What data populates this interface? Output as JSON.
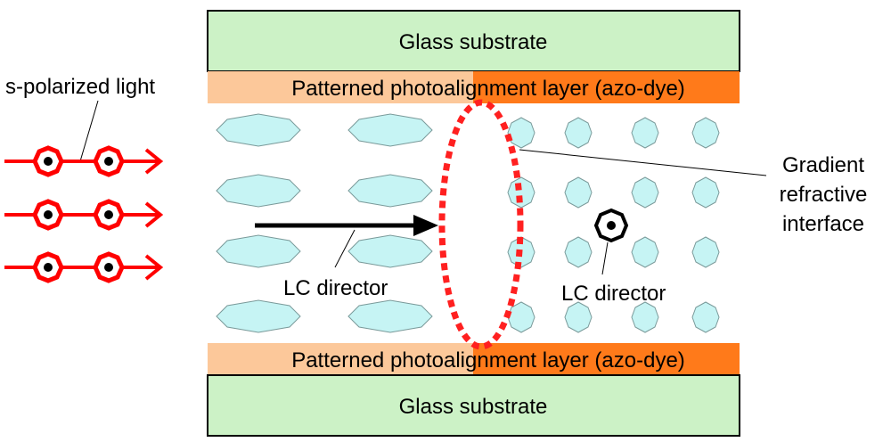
{
  "labels": {
    "glass_top": "Glass substrate",
    "glass_bottom": "Glass substrate",
    "align_top": "Patterned photoalignment layer (azo-dye)",
    "align_bottom": "Patterned photoalignment layer (azo-dye)",
    "light": "s-polarized light",
    "gradient_1": "Gradient",
    "gradient_2": "refractive",
    "gradient_3": "interface",
    "lc_director_left": "LC director",
    "lc_director_right": "LC director"
  },
  "colors": {
    "glass": "#ccf2c6",
    "align_light": "#fcc89a",
    "align_dark": "#ff7a1a",
    "lc": "#c6f4f4",
    "red": "#ff0000",
    "dashed": "#ff2020"
  }
}
